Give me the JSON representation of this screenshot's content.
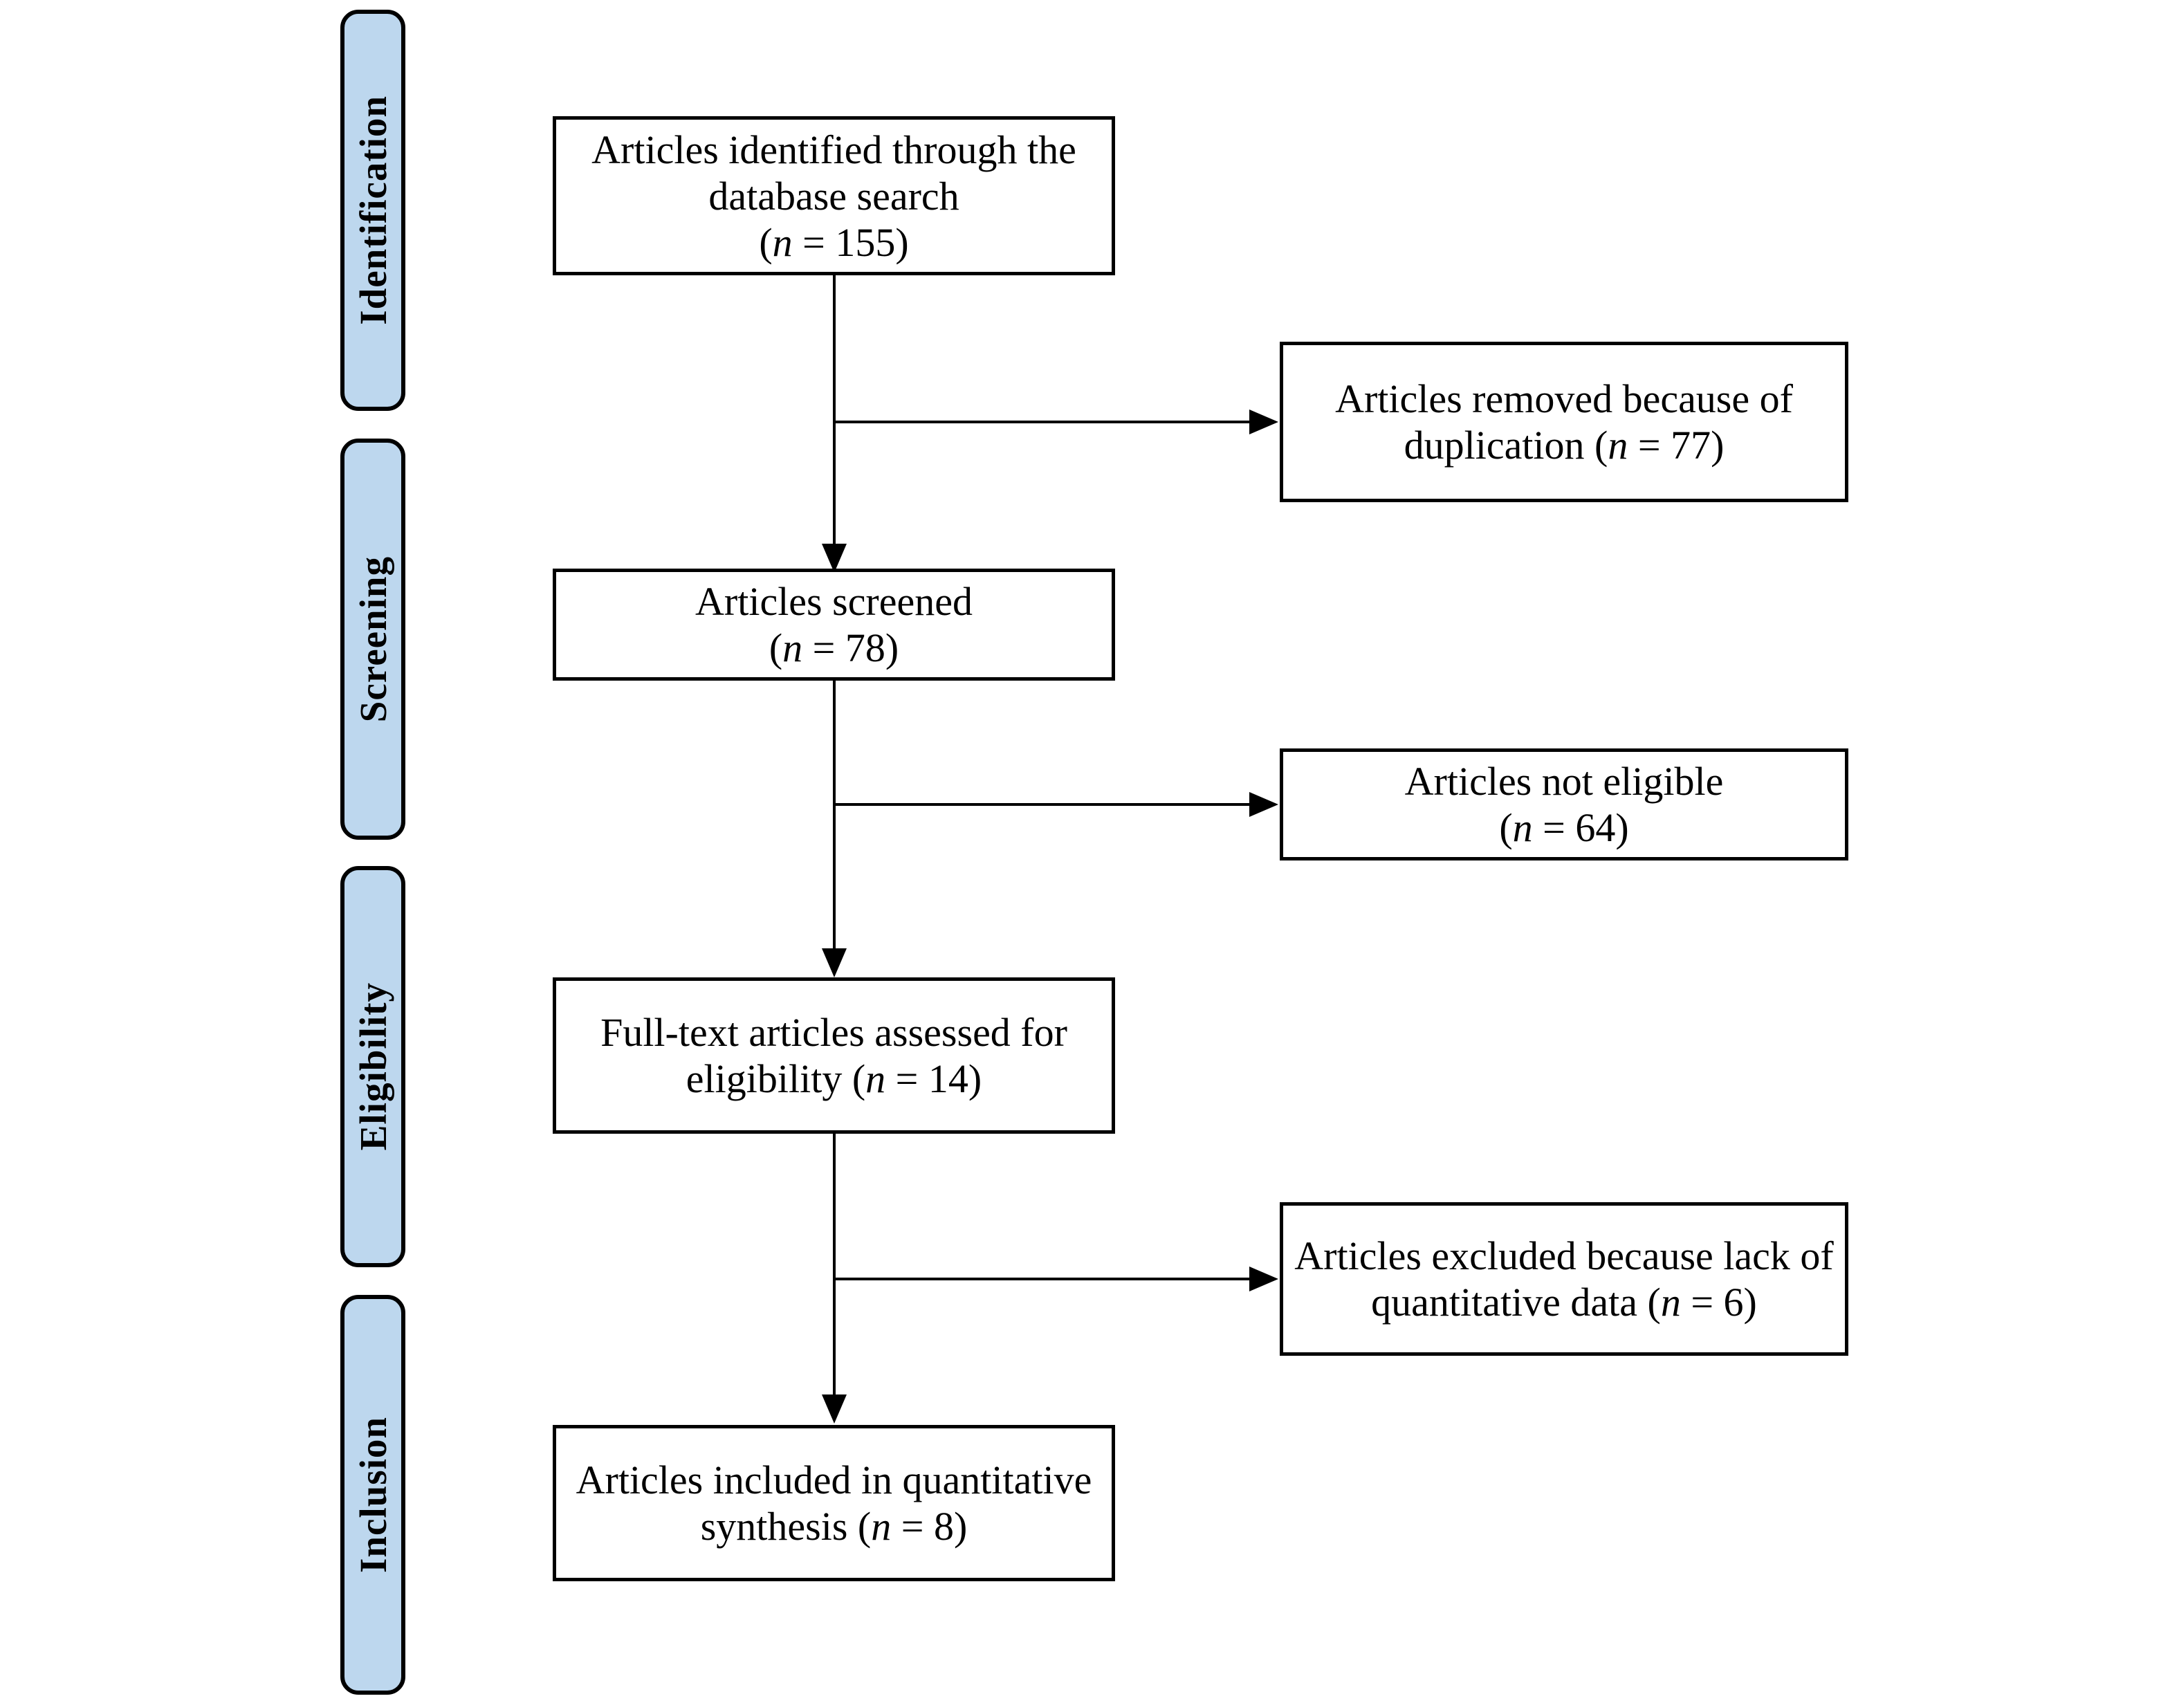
{
  "stages": [
    {
      "label": "Identification"
    },
    {
      "label": "Screening"
    },
    {
      "label": "Eligibility"
    },
    {
      "label": "Inclusion"
    }
  ],
  "boxes": [
    {
      "name": "articles-identified",
      "lines": [
        [
          {
            "t": "Articles identified through the"
          }
        ],
        [
          {
            "t": "database search"
          }
        ],
        [
          {
            "t": "("
          },
          {
            "t": "n",
            "italic": true
          },
          {
            "t": " = 155)"
          }
        ]
      ]
    },
    {
      "name": "articles-removed-duplication",
      "lines": [
        [
          {
            "t": "Articles removed because of"
          }
        ],
        [
          {
            "t": "duplication ("
          },
          {
            "t": "n",
            "italic": true
          },
          {
            "t": " = 77)"
          }
        ]
      ]
    },
    {
      "name": "articles-screened",
      "lines": [
        [
          {
            "t": "Articles screened"
          }
        ],
        [
          {
            "t": "("
          },
          {
            "t": "n",
            "italic": true
          },
          {
            "t": " = 78)"
          }
        ]
      ]
    },
    {
      "name": "articles-not-eligible",
      "lines": [
        [
          {
            "t": "Articles not eligible"
          }
        ],
        [
          {
            "t": "("
          },
          {
            "t": "n",
            "italic": true
          },
          {
            "t": " = 64)"
          }
        ]
      ]
    },
    {
      "name": "fulltext-articles-assessed",
      "lines": [
        [
          {
            "t": "Full-text articles assessed for"
          }
        ],
        [
          {
            "t": "eligibility ("
          },
          {
            "t": "n",
            "italic": true
          },
          {
            "t": " = 14)"
          }
        ]
      ]
    },
    {
      "name": "articles-excluded-lack-quantitative-data",
      "lines": [
        [
          {
            "t": "Articles excluded because lack of"
          }
        ],
        [
          {
            "t": "quantitative data ("
          },
          {
            "t": "n",
            "italic": true
          },
          {
            "t": " = 6)"
          }
        ]
      ]
    },
    {
      "name": "articles-included-quantitative-synthesis",
      "lines": [
        [
          {
            "t": "Articles included in quantitative"
          }
        ],
        [
          {
            "t": "synthesis ("
          },
          {
            "t": "n",
            "italic": true
          },
          {
            "t": " = 8)"
          }
        ]
      ]
    }
  ],
  "colors": {
    "stage_fill": "#BDD7EE",
    "border": "#000000",
    "background": "#FFFFFF",
    "text": "#000000"
  }
}
